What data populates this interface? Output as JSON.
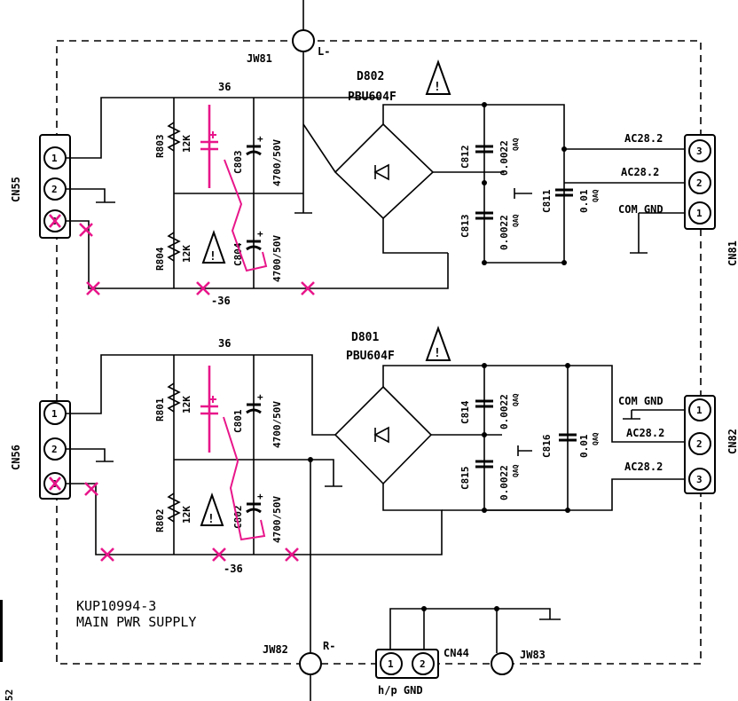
{
  "board": {
    "part_number": "KUP10994-3",
    "name": "MAIN PWR SUPPLY",
    "edge_label": "52"
  },
  "jumpers": {
    "jw81": "JW81",
    "jw81_net": "L-",
    "jw82": "JW82",
    "jw82_net": "R-",
    "jw83": "JW83"
  },
  "upper": {
    "connector": "CN55",
    "out_connector": "CN81",
    "rail_pos": "36",
    "rail_neg": "-36",
    "bridge_ref": "D802",
    "bridge_part": "PBU604F",
    "r_top_ref": "R803",
    "r_top_val": "12K",
    "r_bot_ref": "R804",
    "r_bot_val": "12K",
    "c_top_ref": "C803",
    "c_top_val": "4700/50V",
    "c_bot_ref": "C804",
    "c_bot_val": "4700/50V",
    "c812_ref": "C812",
    "c812_val": "0.0022",
    "c812_sub": "QAQ",
    "c813_ref": "C813",
    "c813_val": "0.0022",
    "c813_sub": "QAQ",
    "c811_ref": "C811",
    "c811_val": "0.01",
    "c811_sub": "QAQ",
    "pins_in": [
      "1",
      "2",
      "3"
    ],
    "pins_out": [
      "3",
      "2",
      "1"
    ],
    "out_labels": [
      "AC28.2",
      "AC28.2",
      "COM GND"
    ]
  },
  "lower": {
    "connector": "CN56",
    "out_connector": "CN82",
    "rail_pos": "36",
    "rail_neg": "-36",
    "bridge_ref": "D801",
    "bridge_part": "PBU604F",
    "r_top_ref": "R801",
    "r_top_val": "12K",
    "r_bot_ref": "R802",
    "r_bot_val": "12K",
    "c_top_ref": "C801",
    "c_top_val": "4700/50V",
    "c_bot_ref": "C802",
    "c_bot_val": "4700/50V",
    "c814_ref": "C814",
    "c814_val": "0.0022",
    "c814_sub": "QAQ",
    "c815_ref": "C815",
    "c815_val": "0.0022",
    "c815_sub": "QAQ",
    "c816_ref": "C816",
    "c816_val": "0.01",
    "c816_sub": "QAQ",
    "pins_in": [
      "1",
      "2",
      "3"
    ],
    "pins_out": [
      "1",
      "2",
      "3"
    ],
    "out_labels": [
      "COM GND",
      "AC28.2",
      "AC28.2"
    ]
  },
  "hp": {
    "connector": "CN44",
    "pins": [
      "1",
      "2"
    ],
    "label": "h/p GND"
  },
  "colors": {
    "ink": "#000000",
    "annotation": "#e8168a",
    "paper": "#ffffff"
  }
}
